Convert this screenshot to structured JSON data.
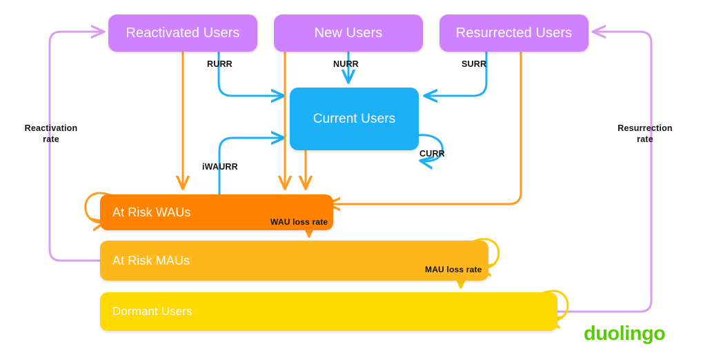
{
  "diagram": {
    "title": "Duolingo user lifecycle state flow",
    "brand": {
      "name": "duolingo",
      "color": "#58CC02"
    },
    "colors": {
      "purple": "#CE82FF",
      "blue": "#1CB0F6",
      "orange_dark": "#FF8200",
      "orange_mid": "#FFB81C",
      "yellow": "#FFD900",
      "pink_edge": "#DB9CF0",
      "text_dark": "#111111"
    },
    "nodes": [
      {
        "id": "reactivated",
        "label": "Reactivated Users",
        "color": "#CE82FF"
      },
      {
        "id": "new",
        "label": "New Users",
        "color": "#CE82FF"
      },
      {
        "id": "resurrected",
        "label": "Resurrected Users",
        "color": "#CE82FF"
      },
      {
        "id": "current",
        "label": "Current Users",
        "color": "#1CB0F6"
      },
      {
        "id": "at_risk_wau",
        "label": "At Risk WAUs",
        "color": "#FF8200"
      },
      {
        "id": "at_risk_mau",
        "label": "At Risk MAUs",
        "color": "#FFB81C"
      },
      {
        "id": "dormant",
        "label": "Dormant Users",
        "color": "#FFD900"
      }
    ],
    "edge_labels": {
      "rurr": "RURR",
      "nurr": "NURR",
      "surr": "SURR",
      "curr": "CURR",
      "iwaurr": "iWAURR",
      "wau_loss_rate": "WAU loss rate",
      "mau_loss_rate": "MAU loss rate",
      "reactivation_rate": "Reactivation\nrate",
      "resurrection_rate": "Resurrection\nrate"
    },
    "edges": [
      {
        "from": "reactivated",
        "to": "current",
        "label": "RURR",
        "color": "#1CB0F6"
      },
      {
        "from": "new",
        "to": "current",
        "label": "NURR",
        "color": "#1CB0F6"
      },
      {
        "from": "resurrected",
        "to": "current",
        "label": "SURR",
        "color": "#1CB0F6"
      },
      {
        "from": "current",
        "to": "current",
        "label": "CURR",
        "color": "#1CB0F6"
      },
      {
        "from": "at_risk_wau",
        "to": "current",
        "label": "iWAURR",
        "color": "#1CB0F6"
      },
      {
        "from": "reactivated",
        "to": "at_risk_wau",
        "label": "",
        "color": "#FF9A1F"
      },
      {
        "from": "new",
        "to": "at_risk_wau",
        "label": "",
        "color": "#FF9A1F"
      },
      {
        "from": "current",
        "to": "at_risk_wau",
        "label": "",
        "color": "#FF9A1F"
      },
      {
        "from": "resurrected",
        "to": "at_risk_wau",
        "label": "",
        "color": "#FF9A1F"
      },
      {
        "from": "at_risk_wau",
        "to": "at_risk_wau",
        "label": "",
        "color": "#FF9A1F"
      },
      {
        "from": "at_risk_wau",
        "to": "at_risk_mau",
        "label": "WAU loss rate",
        "color": "#FF9A1F"
      },
      {
        "from": "at_risk_mau",
        "to": "at_risk_mau",
        "label": "",
        "color": "#FFC800"
      },
      {
        "from": "at_risk_mau",
        "to": "dormant",
        "label": "MAU loss rate",
        "color": "#FFC800"
      },
      {
        "from": "dormant",
        "to": "dormant",
        "label": "",
        "color": "#FFD900"
      },
      {
        "from": "at_risk_mau",
        "to": "reactivated",
        "label": "Reactivation rate",
        "color": "#DB9CF0"
      },
      {
        "from": "dormant",
        "to": "resurrected",
        "label": "Resurrection rate",
        "color": "#DB9CF0"
      }
    ]
  }
}
